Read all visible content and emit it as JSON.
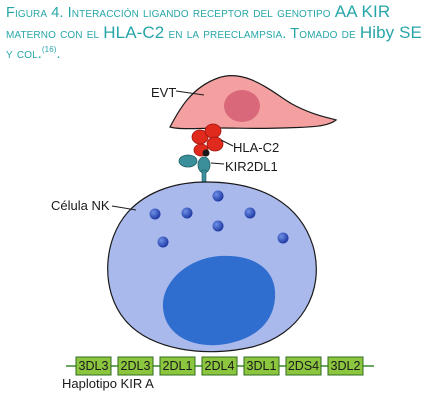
{
  "caption": {
    "prefix": "Figura 4. Interacción ligando receptor del genotipo ",
    "genotype": "AA KIR",
    "middle1": " materno con el ",
    "ligand": "HLA-C2",
    "middle2": " en la preeclampsia. Tomado de ",
    "author": "Hiby SE",
    "suffix": " y col.",
    "reference": "(16)",
    "end": "."
  },
  "diagram": {
    "evt_label": "EVT",
    "ligand_label": "HLA-C2",
    "receptor_label": "KIR2DL1",
    "nk_label": "Célula NK",
    "haplotype_label": "Haplotipo KIR A",
    "genes": [
      "3DL3",
      "2DL3",
      "2DL1",
      "2DL4",
      "3DL1",
      "2DS4",
      "3DL2"
    ]
  },
  "colors": {
    "caption": "#27a6a8",
    "evt_fill": "#f4a0a0",
    "evt_nucleus": "#d9697a",
    "ligand": "#e02a1e",
    "receptor": "#3a8f9a",
    "nk_fill": "#a9b9ec",
    "nk_nucleus": "#2f6ecf",
    "granule": "#1e3fa8",
    "gene_box": "#8cc63f"
  }
}
